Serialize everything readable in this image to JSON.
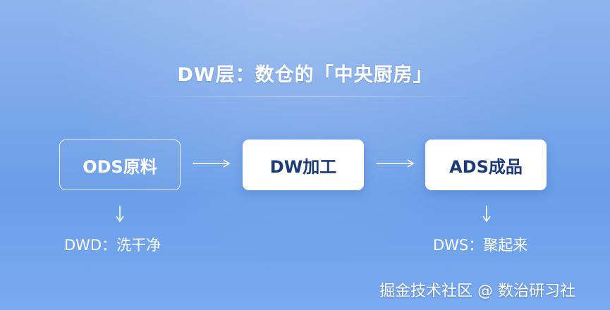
{
  "diagram": {
    "title": "DW层：数仓的「中央厨房」",
    "nodes": [
      {
        "label": "ODS原料",
        "style": "outline"
      },
      {
        "label": "DW加工",
        "style": "filled"
      },
      {
        "label": "ADS成品",
        "style": "filled"
      }
    ],
    "edges": [
      {
        "from": "ODS原料",
        "to": "DW加工"
      },
      {
        "from": "DW加工",
        "to": "ADS成品"
      }
    ],
    "sub_notes": [
      {
        "under": "ODS原料",
        "text": "DWD：洗干净"
      },
      {
        "under": "ADS成品",
        "text": "DWS：聚起来"
      }
    ]
  },
  "watermark": "掘金技术社区 @ 数治研习社",
  "colors": {
    "background_top": "#8fb4ed",
    "background_bottom": "#6a9ee8",
    "box_fill": "#ffffff",
    "box_text": "#1b3a78",
    "text_light": "#ffffff"
  },
  "icons": [
    "arrow-right-icon",
    "arrow-down-icon"
  ]
}
